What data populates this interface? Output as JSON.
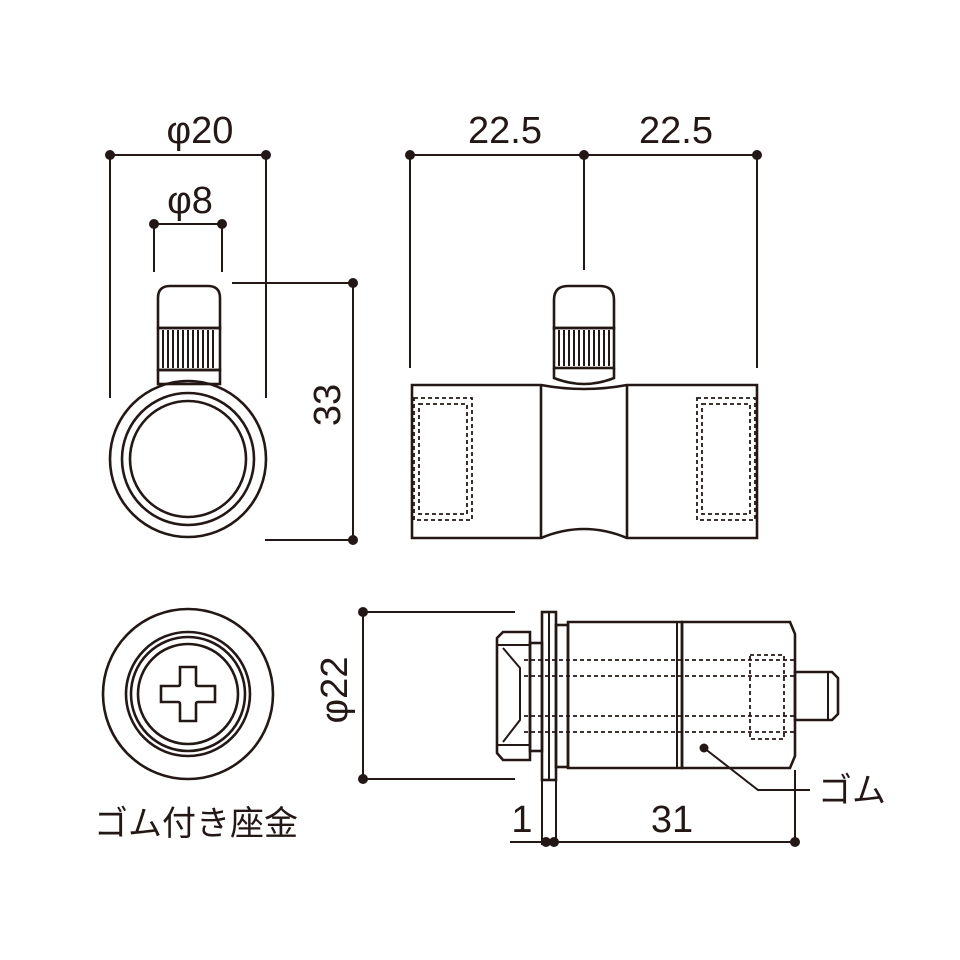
{
  "dimensions": {
    "width_phi20": "φ20",
    "width_phi8": "φ8",
    "height_33": "33",
    "left_22_5": "22.5",
    "right_22_5": "22.5",
    "diameter_phi22": "φ22",
    "flange_1": "1",
    "length_31": "31"
  },
  "labels": {
    "rubber_callout": "ゴム",
    "bottom_caption": "ゴム付き座金"
  },
  "colors": {
    "line": "#231815",
    "background": "#ffffff"
  }
}
